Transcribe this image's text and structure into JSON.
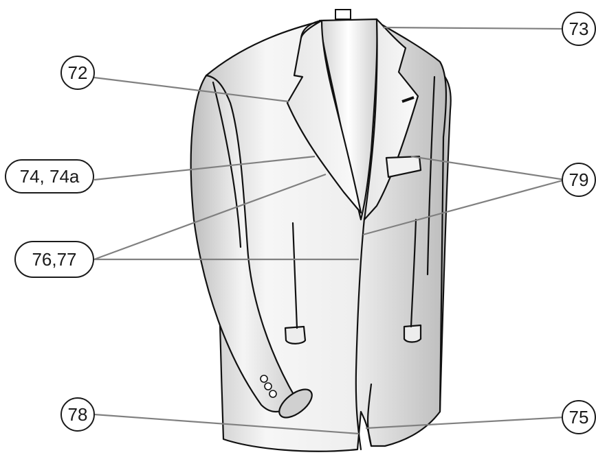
{
  "diagram": {
    "subject": "suit jacket",
    "callouts": [
      {
        "id": "c72",
        "text": "72"
      },
      {
        "id": "c73",
        "text": "73"
      },
      {
        "id": "c74",
        "text": "74, 74a"
      },
      {
        "id": "c76",
        "text": "76,77"
      },
      {
        "id": "c78",
        "text": "78"
      },
      {
        "id": "c75",
        "text": "75"
      },
      {
        "id": "c79",
        "text": "79"
      }
    ],
    "colors": {
      "leader_line": "#808080",
      "outline": "#111111",
      "fabric_light": "#f4f4f4",
      "fabric_shadow": "#b9b9b9"
    }
  }
}
